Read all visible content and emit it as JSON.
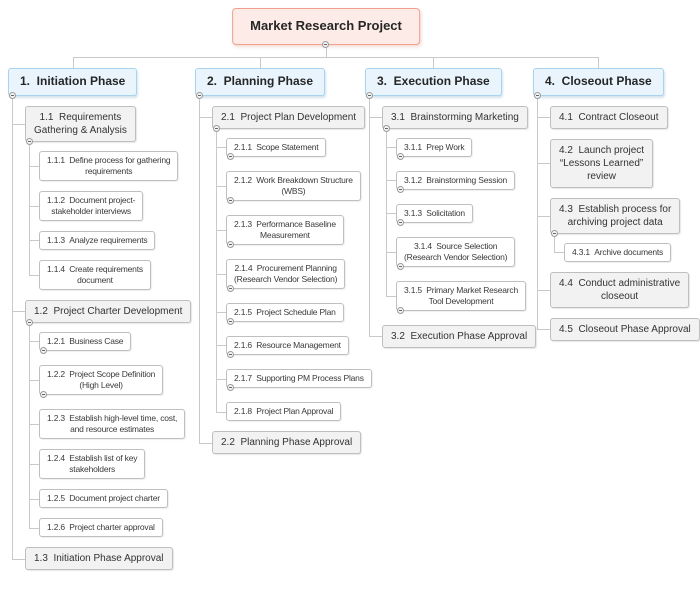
{
  "root": {
    "label": "Market Research Project"
  },
  "colors": {
    "root_fill": "#FDEBE7",
    "root_border": "#F0A08B",
    "phase_fill": "#E9F4FC",
    "phase_border": "#A9D4EE",
    "node_fill": "#F2F2F2",
    "node_border": "#BFBFBF",
    "leaf_fill": "#FFFFFF",
    "line": "#C9C9C9",
    "text": "#262626"
  },
  "columns": [
    {
      "num": "1.",
      "label": "Initiation Phase",
      "children": [
        {
          "num": "1.1",
          "label": "Requirements\nGathering & Analysis",
          "children": [
            {
              "num": "1.1.1",
              "label": "Define process for gathering\nrequirements"
            },
            {
              "num": "1.1.2",
              "label": "Document project-\nstakeholder interviews"
            },
            {
              "num": "1.1.3",
              "label": "Analyze requirements"
            },
            {
              "num": "1.1.4",
              "label": "Create requirements\ndocument"
            }
          ]
        },
        {
          "num": "1.2",
          "label": "Project Charter Development",
          "children": [
            {
              "num": "1.2.1",
              "label": "Business Case",
              "expander": true
            },
            {
              "num": "1.2.2",
              "label": "Project Scope Definition\n(High Level)",
              "expander": true
            },
            {
              "num": "1.2.3",
              "label": "Establish high-level time, cost,\nand resource estimates"
            },
            {
              "num": "1.2.4",
              "label": "Establish list of key\nstakeholders"
            },
            {
              "num": "1.2.5",
              "label": "Document project charter"
            },
            {
              "num": "1.2.6",
              "label": "Project charter approval"
            }
          ]
        },
        {
          "num": "1.3",
          "label": "Initiation Phase Approval"
        }
      ]
    },
    {
      "num": "2.",
      "label": "Planning Phase",
      "children": [
        {
          "num": "2.1",
          "label": "Project Plan Development",
          "children": [
            {
              "num": "2.1.1",
              "label": "Scope Statement",
              "expander": true
            },
            {
              "num": "2.1.2",
              "label": "Work Breakdown Structure\n(WBS)",
              "expander": true
            },
            {
              "num": "2.1.3",
              "label": "Performance Baseline\nMeasurement",
              "expander": true
            },
            {
              "num": "2.1.4",
              "label": "Procurement Planning\n(Research Vendor Selection)",
              "expander": true
            },
            {
              "num": "2.1.5",
              "label": "Project Schedule Plan",
              "expander": true
            },
            {
              "num": "2.1.6",
              "label": "Resource Management",
              "expander": true
            },
            {
              "num": "2.1.7",
              "label": "Supporting PM Process Plans",
              "expander": true
            },
            {
              "num": "2.1.8",
              "label": "Project Plan Approval"
            }
          ]
        },
        {
          "num": "2.2",
          "label": "Planning Phase Approval"
        }
      ]
    },
    {
      "num": "3.",
      "label": "Execution Phase",
      "children": [
        {
          "num": "3.1",
          "label": "Brainstorming Marketing",
          "children": [
            {
              "num": "3.1.1",
              "label": "Prep Work",
              "expander": true
            },
            {
              "num": "3.1.2",
              "label": "Brainstorming Session",
              "expander": true
            },
            {
              "num": "3.1.3",
              "label": "Solicitation",
              "expander": true
            },
            {
              "num": "3.1.4",
              "label": "Source Selection\n(Research Vendor Selection)",
              "expander": true
            },
            {
              "num": "3.1.5",
              "label": "Primary Market Research\nTool Development",
              "expander": true
            }
          ]
        },
        {
          "num": "3.2",
          "label": "Execution Phase Approval"
        }
      ]
    },
    {
      "num": "4.",
      "label": "Closeout Phase",
      "children": [
        {
          "num": "4.1",
          "label": "Contract Closeout"
        },
        {
          "num": "4.2",
          "label": "Launch project\n“Lessons Learned”\nreview"
        },
        {
          "num": "4.3",
          "label": "Establish process for\narchiving project data",
          "children": [
            {
              "num": "4.3.1",
              "label": "Archive documents"
            }
          ]
        },
        {
          "num": "4.4",
          "label": "Conduct administrative\ncloseout"
        },
        {
          "num": "4.5",
          "label": "Closeout Phase Approval"
        }
      ]
    }
  ]
}
